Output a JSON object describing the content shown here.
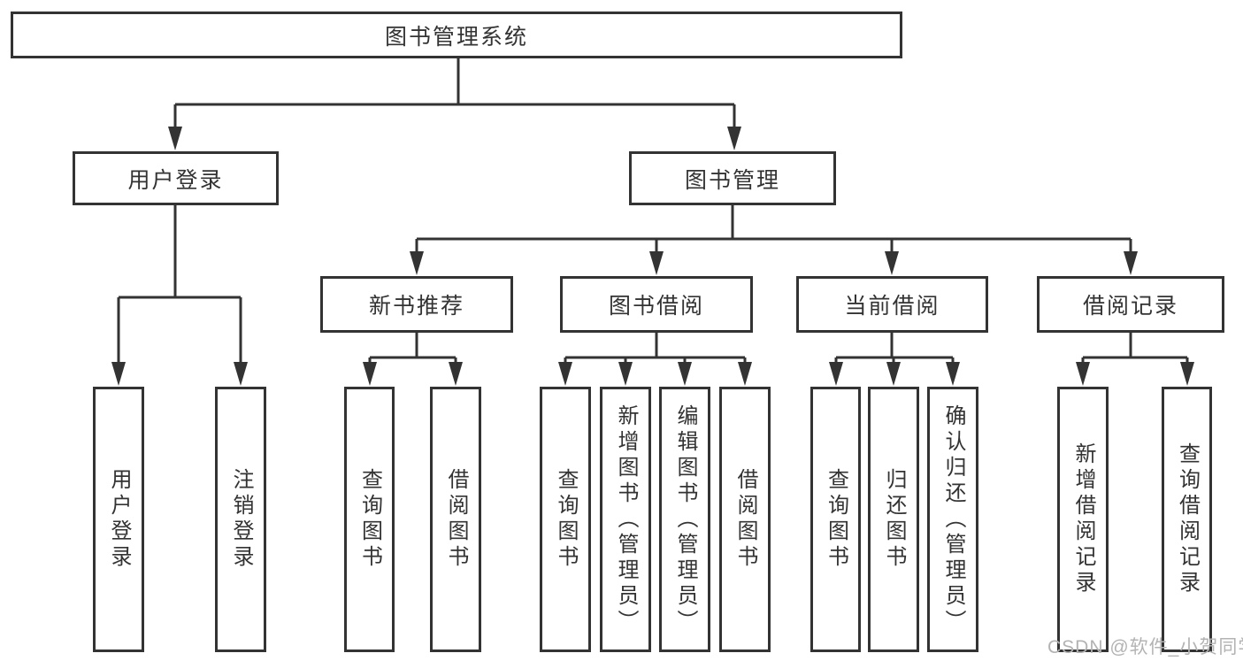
{
  "diagram_title": "图书管理系统",
  "watermark": "CSDN @软件_小贺同学",
  "colors": {
    "line": "#333333",
    "box_border": "#333333",
    "box_background": "#ffffff",
    "text": "#333333",
    "watermark_text": "#b3b3b3",
    "page_background": "#ffffff"
  },
  "tree": {
    "label": "图书管理系统",
    "children": [
      {
        "label": "用户登录",
        "children": [
          {
            "label": "用户登录"
          },
          {
            "label": "注销登录"
          }
        ]
      },
      {
        "label": "图书管理",
        "children": [
          {
            "label": "新书推荐",
            "children": [
              {
                "label": "查询图书"
              },
              {
                "label": "借阅图书"
              }
            ]
          },
          {
            "label": "图书借阅",
            "children": [
              {
                "label": "查询图书"
              },
              {
                "label": "新增图书（管理员）"
              },
              {
                "label": "编辑图书（管理员）"
              },
              {
                "label": "借阅图书"
              }
            ]
          },
          {
            "label": "当前借阅",
            "children": [
              {
                "label": "查询图书"
              },
              {
                "label": "归还图书"
              },
              {
                "label": "确认归还（管理员）"
              }
            ]
          },
          {
            "label": "借阅记录",
            "children": [
              {
                "label": "新增借阅记录"
              },
              {
                "label": "查询借阅记录"
              }
            ]
          }
        ]
      }
    ]
  }
}
